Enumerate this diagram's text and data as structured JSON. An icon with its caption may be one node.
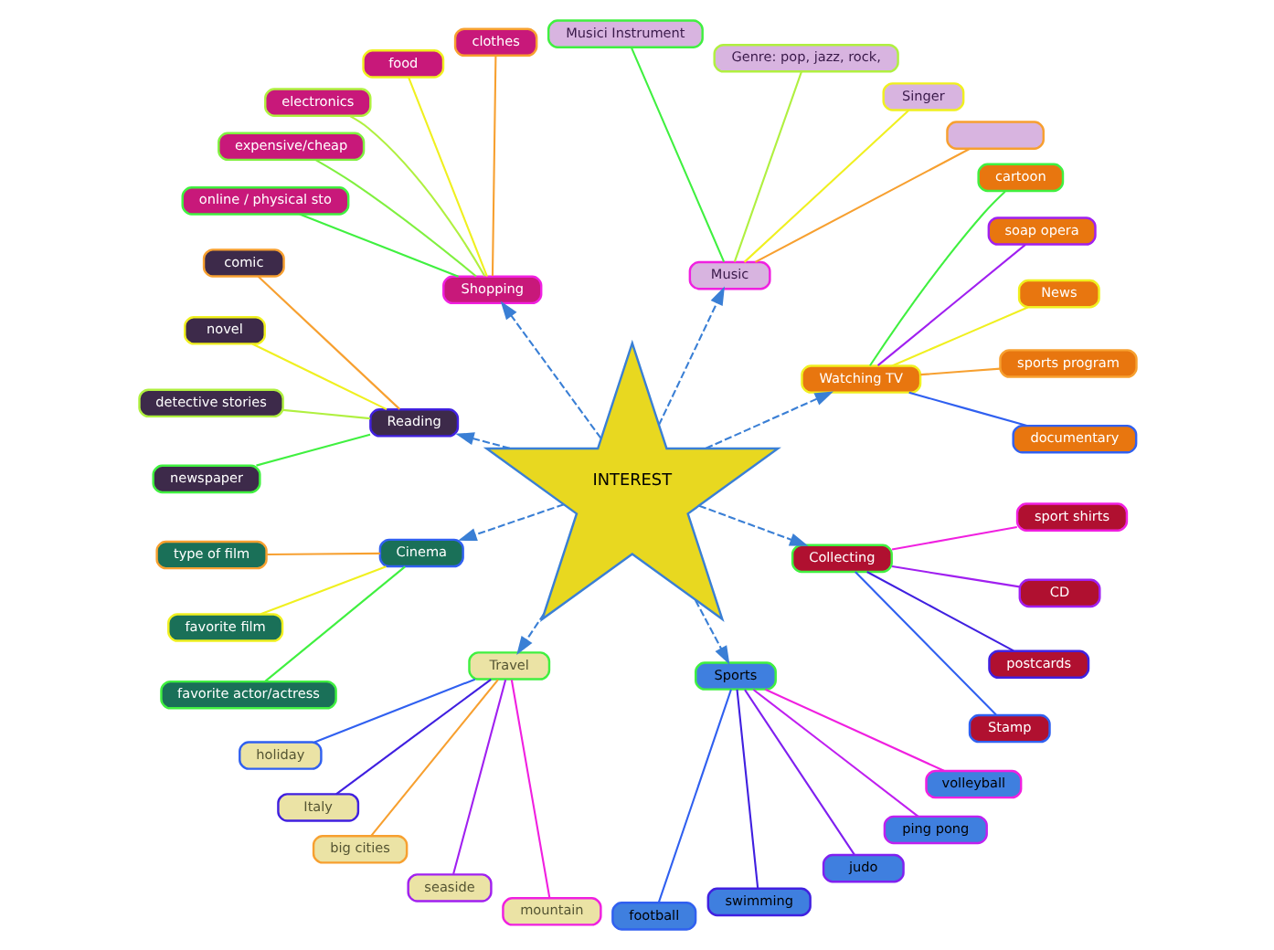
{
  "diagram": {
    "nodes": [
      {
        "text": [
          "INTEREST"
        ]
      },
      {
        "text": [
          "Watching TV"
        ]
      },
      {
        "text": [
          "documentary"
        ]
      },
      {
        "text": [
          "sports program"
        ]
      },
      {
        "text": [
          "News"
        ]
      },
      {
        "text": [
          "soap opera"
        ]
      },
      {
        "text": [
          "cartoon"
        ]
      },
      {
        "text": [
          "Music"
        ]
      },
      {
        "text": [],
        "shape": "box"
      },
      {
        "text": [
          "Singer"
        ]
      },
      {
        "text": [
          "Genre: pop, jazz, rock,"
        ]
      },
      {
        "text": [
          "Musici Instrument"
        ]
      },
      {
        "text": [
          "Shopping"
        ]
      },
      {
        "text": [
          "clothes"
        ]
      },
      {
        "text": [
          "food"
        ]
      },
      {
        "text": [
          "electronics"
        ]
      },
      {
        "text": [
          "expensive/cheap"
        ]
      },
      {
        "text": [
          "online / physical sto"
        ]
      },
      {
        "text": [
          "Reading"
        ]
      },
      {
        "text": [
          "comic"
        ]
      },
      {
        "text": [
          "novel"
        ]
      },
      {
        "text": [
          "detective stories"
        ]
      },
      {
        "text": [
          "newspaper"
        ]
      },
      {
        "text": [
          "Cinema"
        ]
      },
      {
        "text": [
          "type of film"
        ]
      },
      {
        "text": [
          "favorite film"
        ]
      },
      {
        "text": [
          "favorite actor/actress"
        ]
      },
      {
        "text": [
          "Travel"
        ]
      },
      {
        "text": [
          "holiday"
        ]
      },
      {
        "text": [
          "Italy"
        ]
      },
      {
        "text": [
          "big cities"
        ]
      },
      {
        "text": [
          "seaside"
        ]
      },
      {
        "text": [
          "mountain"
        ]
      },
      {
        "text": [
          "Sports"
        ]
      },
      {
        "text": [
          "football"
        ]
      },
      {
        "text": [
          "swimming"
        ]
      },
      {
        "text": [
          "judo"
        ]
      },
      {
        "text": [
          "ping pong"
        ]
      },
      {
        "text": [
          "volleyball"
        ]
      },
      {
        "text": [
          "Collecting"
        ]
      },
      {
        "text": [
          "Stamp"
        ]
      },
      {
        "text": [
          "postcards"
        ]
      },
      {
        "text": [
          "CD"
        ]
      },
      {
        "text": [
          "sport shirts"
        ]
      }
    ],
    "edges": [
      {
        "from": 0,
        "to": 1,
        "arrow": "to",
        "style": "dashed",
        "color": "#3a7fd5"
      },
      {
        "from": 0,
        "to": 7,
        "arrow": "to",
        "style": "dashed",
        "color": "#3a7fd5"
      },
      {
        "from": 0,
        "to": 12,
        "arrow": "to",
        "style": "dashed",
        "color": "#3a7fd5"
      },
      {
        "from": 0,
        "to": 18,
        "arrow": "to",
        "style": "dashed",
        "color": "#3a7fd5"
      },
      {
        "from": 0,
        "to": 23,
        "arrow": "to",
        "style": "dashed",
        "color": "#3a7fd5"
      },
      {
        "from": 0,
        "to": 27,
        "arrow": "to",
        "style": "dashed",
        "color": "#3a7fd5"
      },
      {
        "from": 0,
        "to": 33,
        "arrow": "to",
        "style": "dashed",
        "color": "#3a7fd5"
      },
      {
        "from": 0,
        "to": 39,
        "arrow": "to",
        "style": "dashed",
        "color": "#3a7fd5"
      },
      {
        "from": 1,
        "to": 2,
        "arrow": "none",
        "color": "#3060f0"
      },
      {
        "from": 1,
        "to": 3,
        "arrow": "none",
        "color": "#f7a030"
      },
      {
        "from": 1,
        "to": 4,
        "arrow": "none",
        "color": "#f0f020"
      },
      {
        "from": 1,
        "to": 5,
        "arrow": "none",
        "color": "#a020f0"
      },
      {
        "from": 1,
        "to": 6,
        "arrow": "none",
        "color": "#40f040"
      },
      {
        "from": 7,
        "to": 8,
        "arrow": "none",
        "color": "#f7a030"
      },
      {
        "from": 7,
        "to": 9,
        "arrow": "none",
        "color": "#f0f020"
      },
      {
        "from": 7,
        "to": 10,
        "arrow": "none",
        "color": "#b0f040"
      },
      {
        "from": 7,
        "to": 11,
        "arrow": "none",
        "color": "#40f040"
      },
      {
        "from": 12,
        "to": 13,
        "arrow": "none",
        "color": "#f7a030"
      },
      {
        "from": 12,
        "to": 14,
        "arrow": "none",
        "color": "#f0f020"
      },
      {
        "from": 12,
        "to": 15,
        "arrow": "none",
        "color": "#b0f040"
      },
      {
        "from": 12,
        "to": 16,
        "arrow": "none",
        "color": "#80f040"
      },
      {
        "from": 12,
        "to": 17,
        "arrow": "none",
        "color": "#40f040"
      },
      {
        "from": 18,
        "to": 19,
        "arrow": "none",
        "color": "#f7a030"
      },
      {
        "from": 18,
        "to": 20,
        "arrow": "none",
        "color": "#f0f020"
      },
      {
        "from": 18,
        "to": 21,
        "arrow": "none",
        "color": "#b0f040"
      },
      {
        "from": 18,
        "to": 22,
        "arrow": "none",
        "color": "#40f040"
      },
      {
        "from": 23,
        "to": 24,
        "arrow": "none",
        "color": "#f7a030"
      },
      {
        "from": 23,
        "to": 25,
        "arrow": "none",
        "color": "#f0f020"
      },
      {
        "from": 23,
        "to": 26,
        "arrow": "none",
        "color": "#40f040"
      },
      {
        "from": 27,
        "to": 28,
        "arrow": "none",
        "color": "#3060f0"
      },
      {
        "from": 27,
        "to": 29,
        "arrow": "none",
        "color": "#4020e0"
      },
      {
        "from": 27,
        "to": 30,
        "arrow": "none",
        "color": "#f7a030"
      },
      {
        "from": 27,
        "to": 31,
        "arrow": "none",
        "color": "#a020f0"
      },
      {
        "from": 27,
        "to": 32,
        "arrow": "none",
        "color": "#f020e0"
      },
      {
        "from": 33,
        "to": 34,
        "arrow": "none",
        "color": "#3060f0"
      },
      {
        "from": 33,
        "to": 35,
        "arrow": "none",
        "color": "#4020e0"
      },
      {
        "from": 33,
        "to": 36,
        "arrow": "none",
        "color": "#8020f0"
      },
      {
        "from": 33,
        "to": 37,
        "arrow": "none",
        "color": "#c020f0"
      },
      {
        "from": 33,
        "to": 38,
        "arrow": "none",
        "color": "#f020e0"
      },
      {
        "from": 39,
        "to": 40,
        "arrow": "none",
        "color": "#3060f0"
      },
      {
        "from": 39,
        "to": 41,
        "arrow": "none",
        "color": "#4020e0"
      },
      {
        "from": 39,
        "to": 42,
        "arrow": "none",
        "color": "#a020f0"
      },
      {
        "from": 39,
        "to": 43,
        "arrow": "none",
        "color": "#f020e0"
      }
    ]
  }
}
